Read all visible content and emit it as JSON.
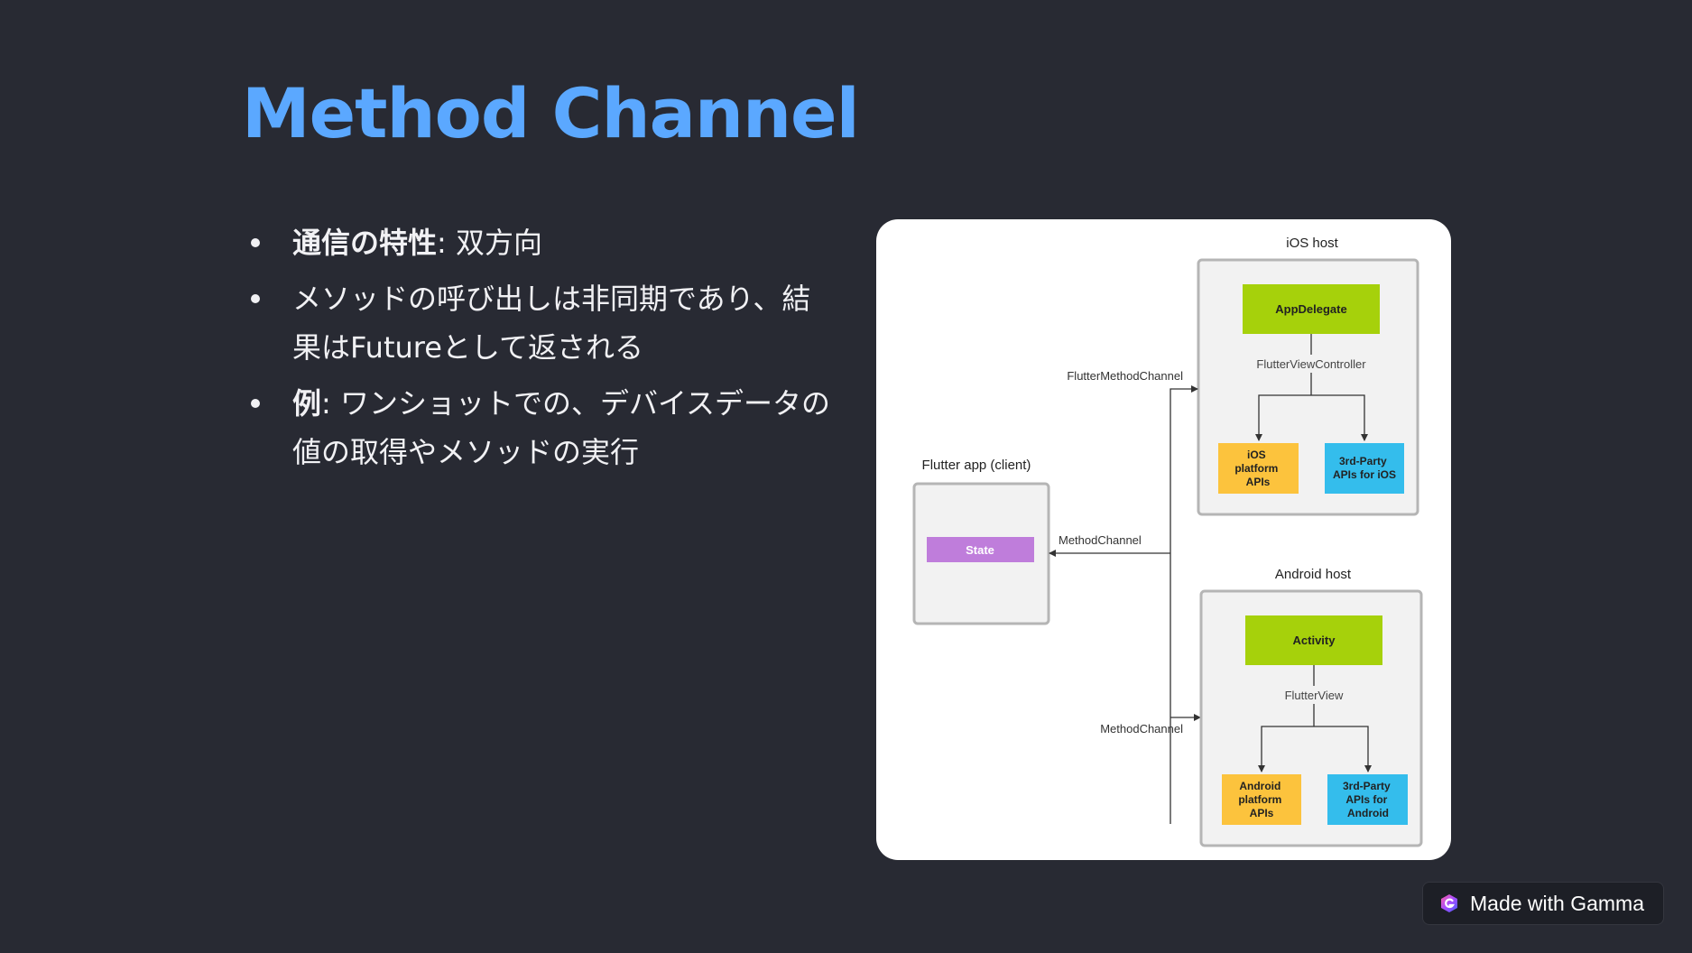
{
  "slide": {
    "title": "Method Channel",
    "bullets": [
      {
        "bold": "通信の特性",
        "text": ": 双方向"
      },
      {
        "bold": "",
        "text": "メソッドの呼び出しは非同期であり、結果はFutureとして返される"
      },
      {
        "bold": "例",
        "text": ": ワンショットでの、デバイスデータの値の取得やメソッドの実行"
      }
    ]
  },
  "diagram": {
    "ios_host": {
      "label": "iOS host",
      "app": "AppDelegate",
      "controller": "FlutterViewController",
      "platform_apis": [
        "iOS",
        "platform",
        "APIs"
      ],
      "third_party": [
        "3rd-Party",
        "APIs for iOS"
      ]
    },
    "android_host": {
      "label": "Android host",
      "app": "Activity",
      "controller": "FlutterView",
      "platform_apis": [
        "Android",
        "platform",
        "APIs"
      ],
      "third_party": [
        "3rd-Party",
        "APIs for",
        "Android"
      ]
    },
    "client": {
      "label": "Flutter app (client)",
      "state": "State"
    },
    "channels": {
      "ios": "FlutterMethodChannel",
      "client": "MethodChannel",
      "android": "MethodChannel"
    },
    "colors": {
      "green": "#a6d10b",
      "yellow": "#fcc33d",
      "blue": "#34bdec",
      "purple": "#bf7ddb",
      "host_bg": "#f2f2f2",
      "host_border": "#b5b5b5"
    }
  },
  "badge": {
    "label": "Made with Gamma",
    "icon": "gamma-logo-icon"
  }
}
